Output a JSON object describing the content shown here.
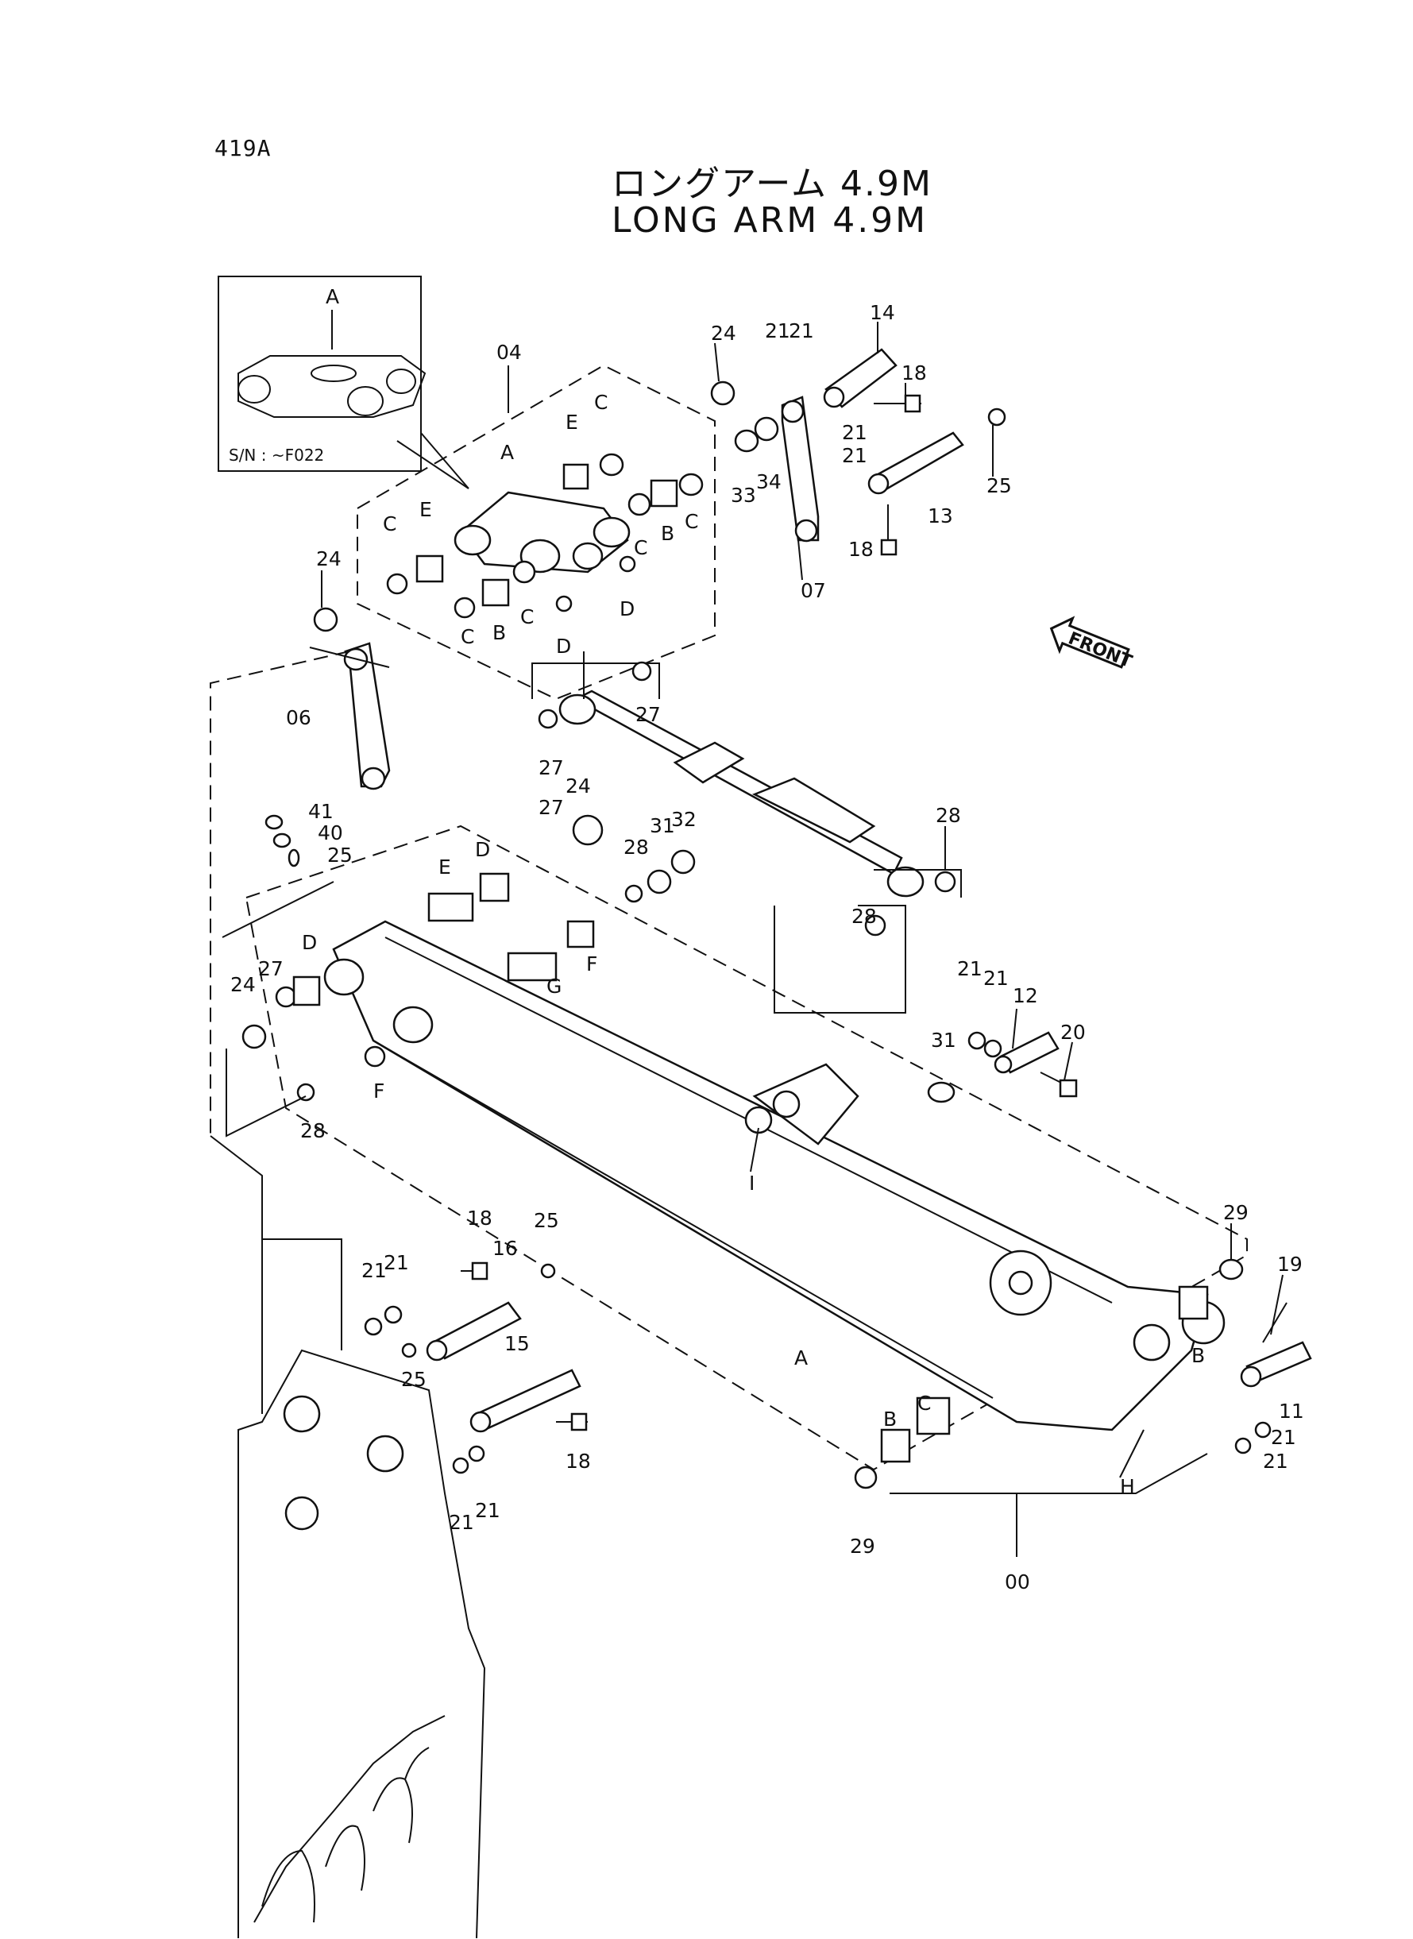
{
  "page_code": "419A",
  "title": {
    "japanese": "ロングアーム 4.9M",
    "english": "LONG ARM 4.9M"
  },
  "inset": {
    "serial_note": "S/N : ~F022",
    "callout": "A"
  },
  "front_indicator": "FRONT",
  "part_labels": {
    "p00": "00",
    "p04": "04",
    "p06": "06",
    "p07": "07",
    "p11": "11",
    "p12": "12",
    "p13": "13",
    "p14": "14",
    "p15": "15",
    "p16": "16",
    "p18": "18",
    "p19": "19",
    "p20": "20",
    "p21": "21",
    "p24": "24",
    "p25": "25",
    "p27": "27",
    "p28": "28",
    "p29": "29",
    "p31": "31",
    "p32": "32",
    "p33": "33",
    "p34": "34",
    "p40": "40",
    "p41": "41",
    "A": "A",
    "B": "B",
    "C": "C",
    "D": "D",
    "E": "E",
    "F": "F",
    "G": "G",
    "H": "H",
    "I": "I"
  }
}
